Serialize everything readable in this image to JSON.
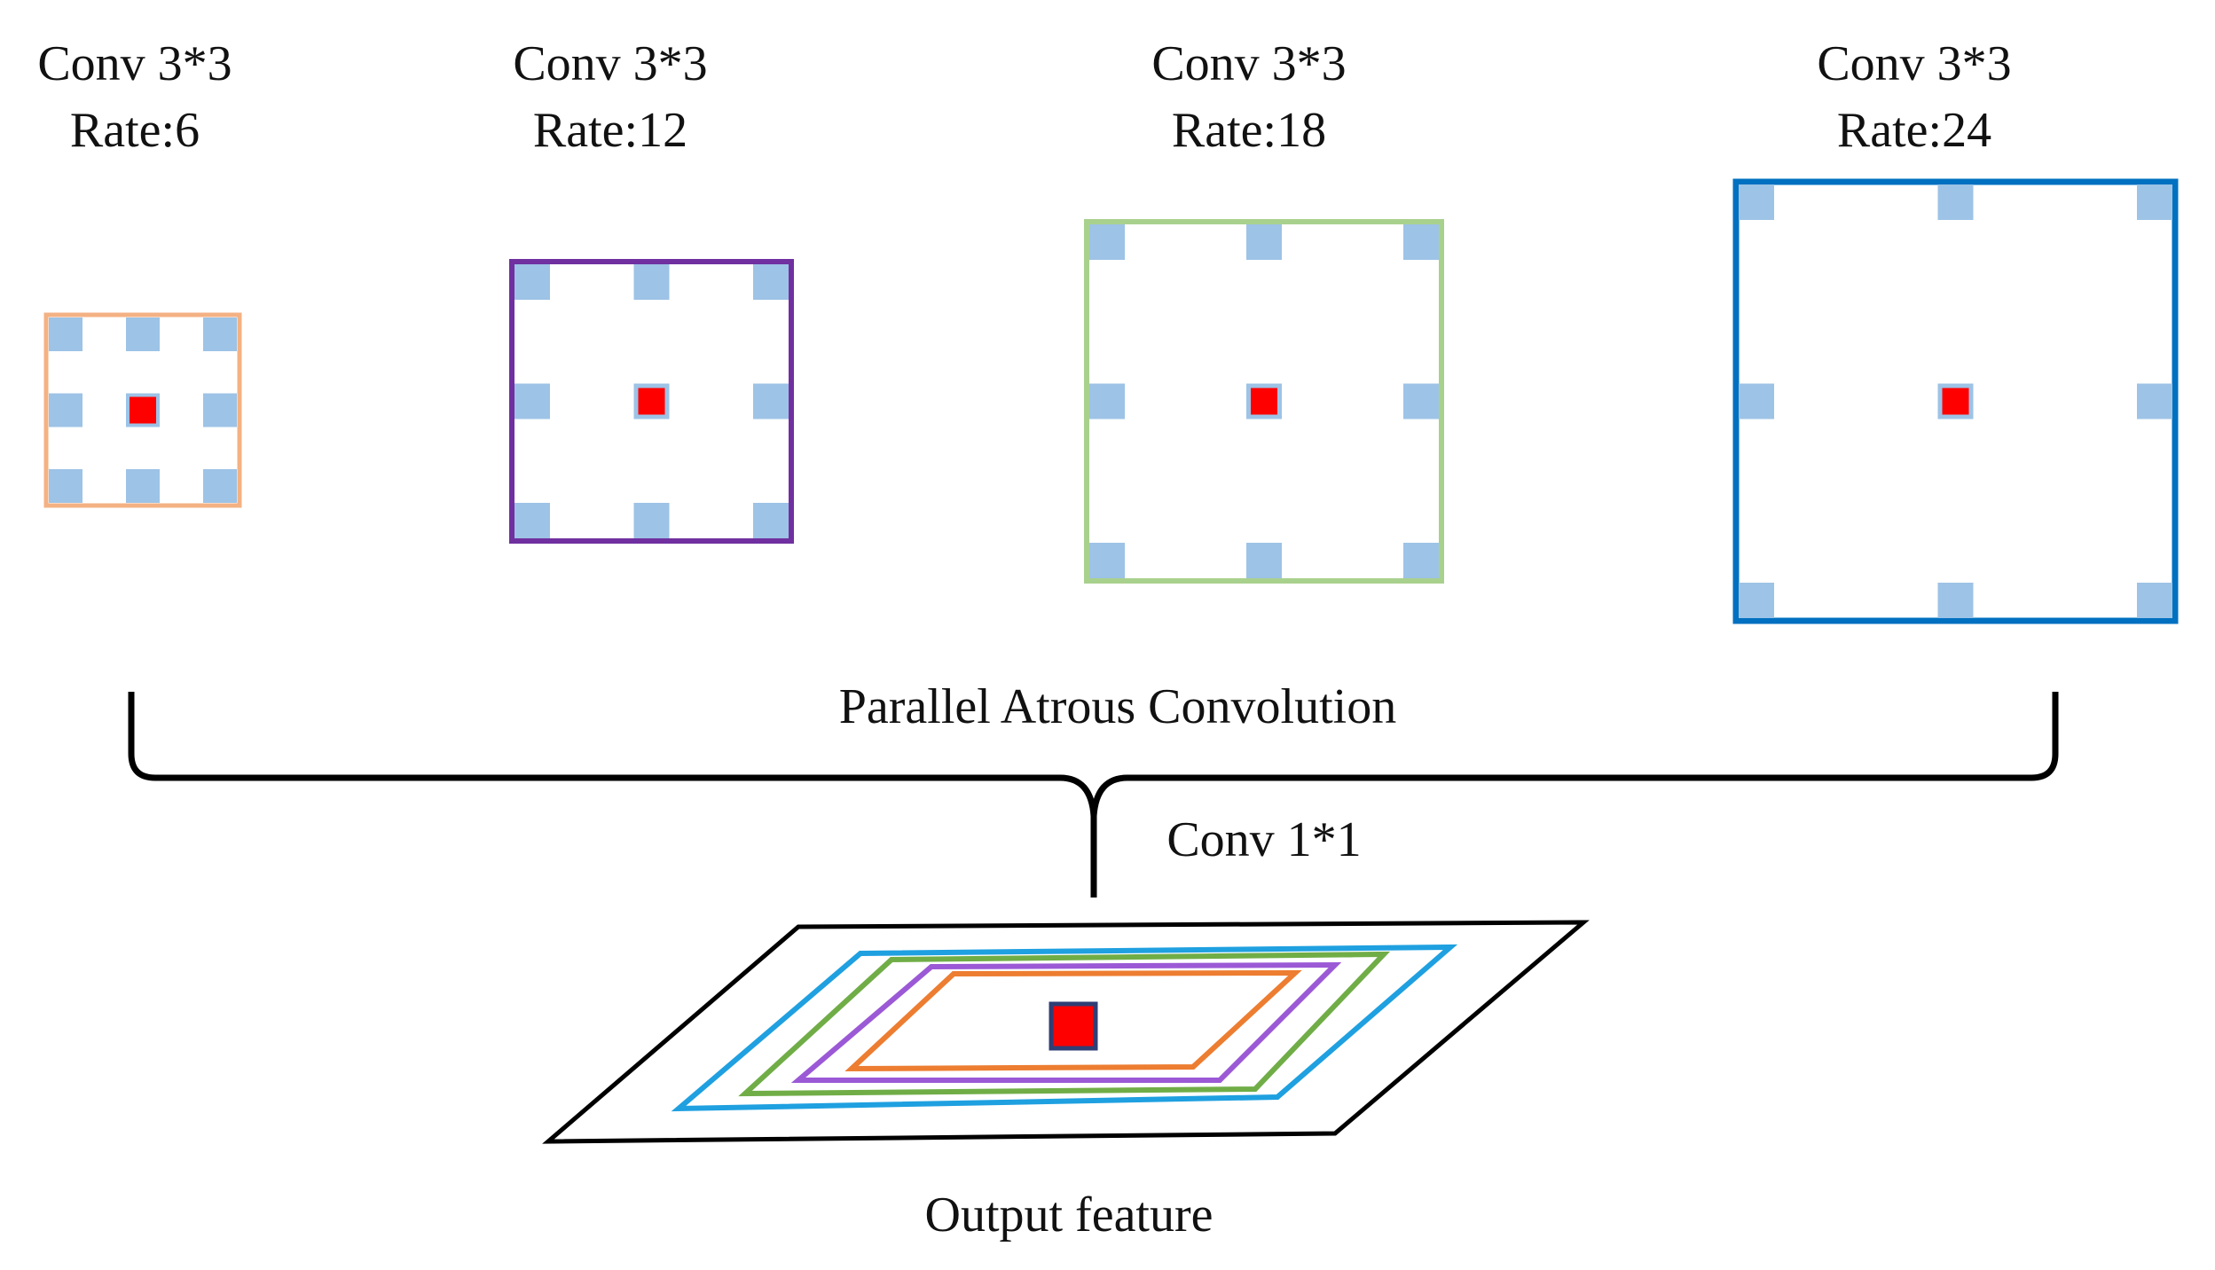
{
  "branches": [
    {
      "title": "Conv 3*3",
      "rate_label": "Rate:6",
      "color": "#F4B183"
    },
    {
      "title": "Conv 3*3",
      "rate_label": "Rate:12",
      "color": "#7030A0"
    },
    {
      "title": "Conv 3*3",
      "rate_label": "Rate:18",
      "color": "#A9D18E"
    },
    {
      "title": "Conv 3*3",
      "rate_label": "Rate:24",
      "color": "#0070C0"
    }
  ],
  "group_label": "Parallel Atrous Convolution",
  "merge_label": "Conv 1*1",
  "output_label": "Output feature",
  "colors": {
    "sample_point": "#9DC3E6",
    "center_point": "#FF0000",
    "center_border": "#2F3E75",
    "brace": "#000000",
    "output_plane": "#000000",
    "output_rings": [
      "#ED7D31",
      "#9B59D6",
      "#70AD47",
      "#1FA0E0"
    ]
  }
}
